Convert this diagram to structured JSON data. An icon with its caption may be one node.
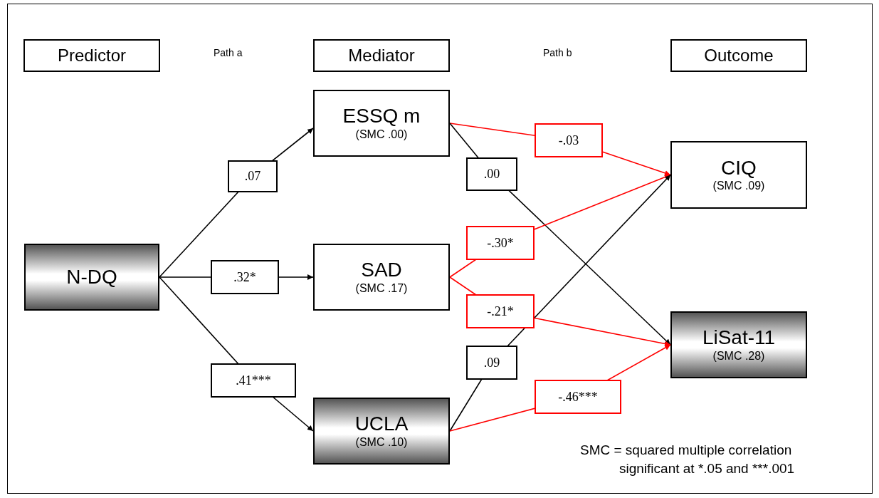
{
  "diagram": {
    "nodes": [
      {
        "text": [
          "Predictor"
        ]
      },
      {
        "text": [
          "Mediator"
        ]
      },
      {
        "text": [
          "Outcome"
        ]
      },
      {
        "text": [
          "ESSQ m",
          "(SMC .00)"
        ]
      },
      {
        "text": [
          "CIQ",
          "(SMC .09)"
        ]
      },
      {
        "text": [
          "N-DQ"
        ]
      },
      {
        "text": [
          "SAD",
          "(SMC .17)"
        ]
      },
      {
        "text": [
          "LiSat-11",
          "(SMC .28)"
        ]
      },
      {
        "text": [
          "UCLA",
          "(SMC .10)"
        ]
      }
    ],
    "edges": [
      {
        "from": 5,
        "to": 3,
        "arrow": "to",
        "label": ".07"
      },
      {
        "from": 5,
        "to": 6,
        "arrow": "to",
        "label": ".32*"
      },
      {
        "from": 5,
        "to": 8,
        "arrow": "to",
        "label": ".41***"
      },
      {
        "from": 3,
        "to": 4,
        "arrow": "to",
        "label": "-.03",
        "color": "#ff0000"
      },
      {
        "from": 3,
        "to": 7,
        "arrow": "to",
        "label": ".00"
      },
      {
        "from": 6,
        "to": 4,
        "arrow": "to",
        "label": "-.30*",
        "color": "#ff0000"
      },
      {
        "from": 6,
        "to": 7,
        "arrow": "to",
        "label": "-.21*",
        "color": "#ff0000"
      },
      {
        "from": 8,
        "to": 4,
        "arrow": "to",
        "label": ".09"
      },
      {
        "from": 8,
        "to": 7,
        "arrow": "to",
        "label": "-.46***",
        "color": "#ff0000"
      }
    ],
    "labels": [
      "Path a",
      "Path b",
      "SMC = squared multiple correlation",
      "significant at *.05 and ***.001"
    ]
  }
}
